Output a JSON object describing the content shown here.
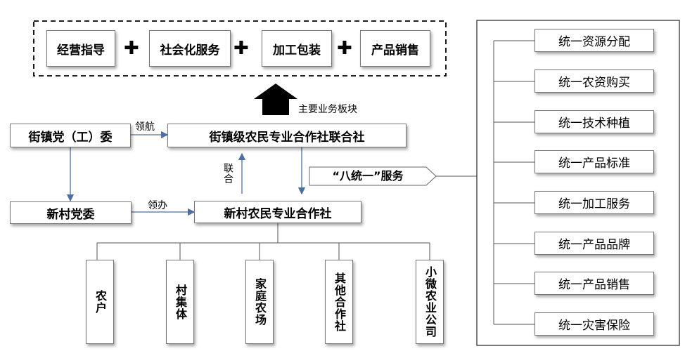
{
  "top_business": {
    "items": [
      "经营指导",
      "社会化服务",
      "加工包装",
      "产品销售"
    ],
    "plus": "✚"
  },
  "arrow_label": "主要业务板块",
  "street_party": "街镇党（工）委",
  "lead_label": "领航",
  "street_union": "街镇级农民专业合作社联合社",
  "union_label": "联合",
  "ba_tongyi": "“八统一”服务",
  "village_party": "新村党委",
  "lingban_label": "领办",
  "village_coop": "新村农民专业合作社",
  "members": [
    "农户",
    "村集体",
    "家庭农场",
    "其他合作社",
    "小微农业公司"
  ],
  "services": [
    "统一资源分配",
    "统一农资购买",
    "统一技术种植",
    "统一产品标准",
    "统一加工服务",
    "统一产品品牌",
    "统一产品销售",
    "统一灾害保险"
  ]
}
